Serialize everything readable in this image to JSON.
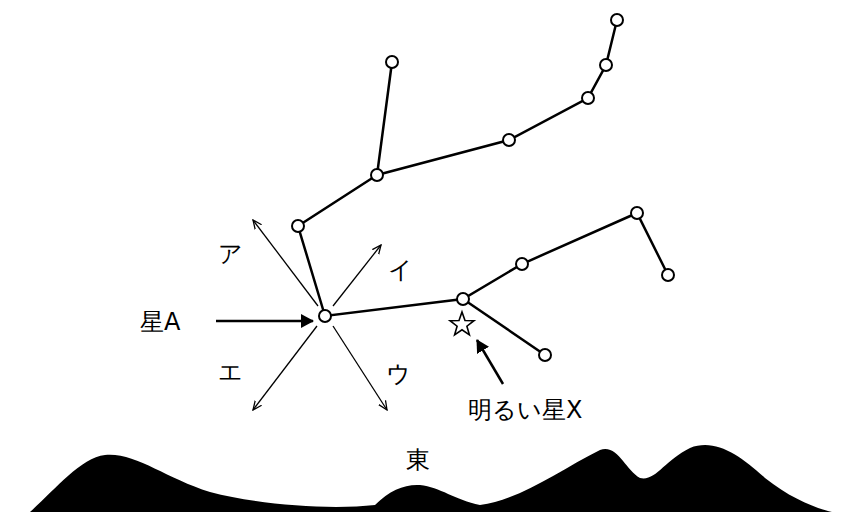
{
  "diagram": {
    "labels": [
      "ア",
      "イ",
      "ウ",
      "エ",
      "星A",
      "明るい星X",
      "東"
    ]
  }
}
